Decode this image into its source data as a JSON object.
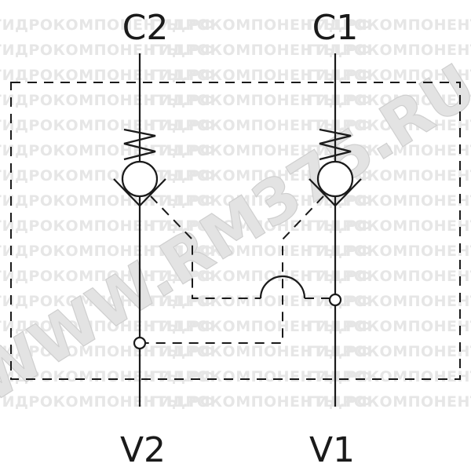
{
  "ports": {
    "c2": "C2",
    "c1": "C1",
    "v2": "V2",
    "v1": "V1"
  },
  "watermark": {
    "row_text": "ГИДРОКОМПОНЕНТЫ.РФ",
    "diagonal_text": "WWW.RM375.RU"
  },
  "colors": {
    "line": "#1a1a1a",
    "watermark": "#e3e3e3"
  }
}
